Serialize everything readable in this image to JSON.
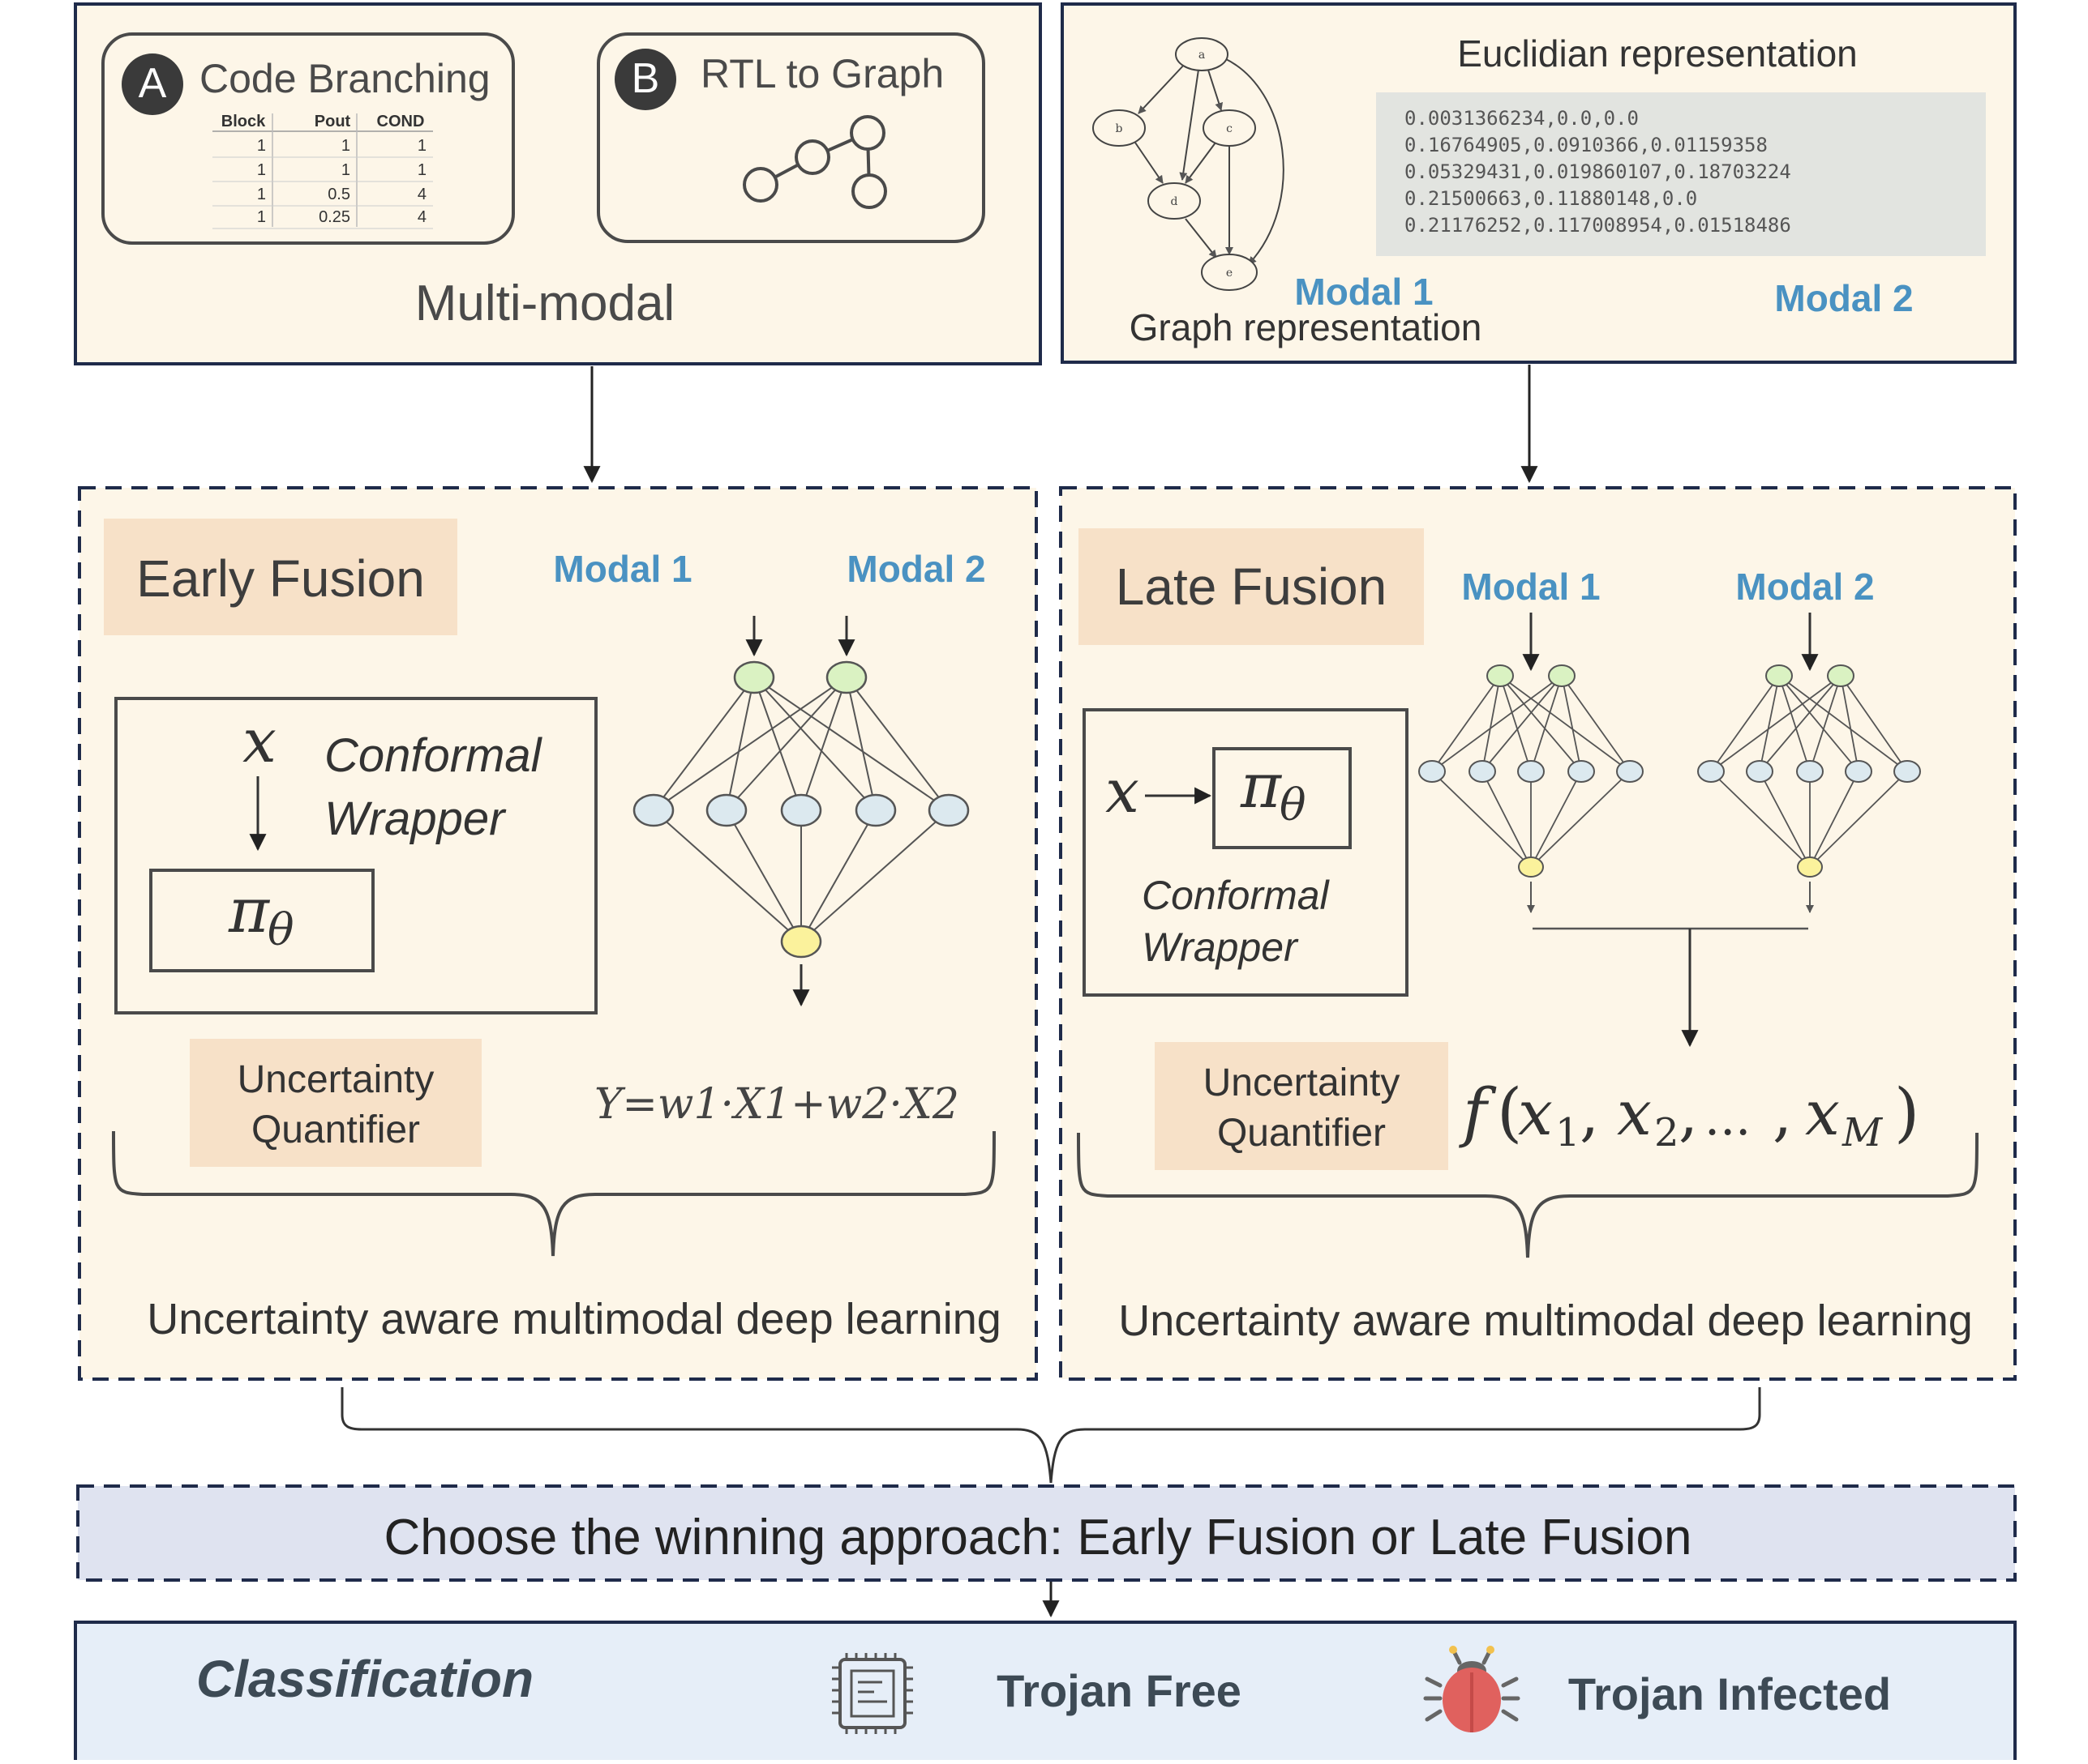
{
  "colors": {
    "panel_bg": "#fdf6e8",
    "panel_border": "#1f2b4a",
    "label_bg": "#f7e1c8",
    "modal_blue": "#4a92c2",
    "text_dark": "#3d3d3d",
    "node_green": "#daf2c2",
    "node_blue": "#dce9ef",
    "node_yellow": "#fbf29c",
    "euclid_bg": "#e2e4e0",
    "choose_bg": "#dfe3f0",
    "class_bg": "#e6eef8",
    "bug_red": "#e0615e"
  },
  "top_left": {
    "box_a": {
      "badge": "A",
      "title": "Code Branching",
      "table": {
        "headers": [
          "Block",
          "Pout",
          "COND"
        ],
        "rows": [
          [
            "1",
            "1",
            "1"
          ],
          [
            "1",
            "1",
            "1"
          ],
          [
            "1",
            "0.5",
            "4"
          ],
          [
            "1",
            "0.25",
            "4"
          ]
        ]
      }
    },
    "box_b": {
      "badge": "B",
      "title": "RTL to Graph"
    },
    "caption": "Multi-modal"
  },
  "top_right": {
    "euclid_title": "Euclidian representation",
    "euclid_lines": [
      "0.0031366234,0.0,0.0",
      "0.16764905,0.0910366,0.01159358",
      "0.05329431,0.019860107,0.18703224",
      "0.21500663,0.11880148,0.0",
      "0.21176252,0.117008954,0.01518486"
    ],
    "graph_nodes": [
      "a",
      "b",
      "c",
      "d",
      "e"
    ],
    "modal1": "Modal 1",
    "modal2": "Modal 2",
    "graph_caption": "Graph representation"
  },
  "early": {
    "label": "Early Fusion",
    "modal1": "Modal 1",
    "modal2": "Modal 2",
    "x_symbol": "x",
    "wrapper_title_1": "Conformal",
    "wrapper_title_2": "Wrapper",
    "pi": "π",
    "theta": "θ",
    "uq_1": "Uncertainty",
    "uq_2": "Quantifier",
    "formula": "Y=w1·X1+w2·X2",
    "caption": "Uncertainty aware multimodal deep learning"
  },
  "late": {
    "label": "Late Fusion",
    "modal1": "Modal 1",
    "modal2": "Modal 2",
    "x_symbol": "x",
    "pi": "π",
    "theta": "θ",
    "wrapper_title_1": "Conformal",
    "wrapper_title_2": "Wrapper",
    "uq_1": "Uncertainty",
    "uq_2": "Quantifier",
    "formula": {
      "f": "f",
      "open": "(",
      "x": "x",
      "sub1": "1",
      "comma": ",",
      "sub2": "2",
      "ellipsis": "...",
      "subM": "M",
      "close": ")"
    },
    "caption": "Uncertainty aware multimodal deep learning"
  },
  "choose": {
    "text": "Choose the winning approach: Early Fusion or Late Fusion"
  },
  "classification": {
    "title": "Classification",
    "free_label": "Trojan Free",
    "infected_label": "Trojan Infected",
    "chip_icon": "chip-icon",
    "bug_icon": "bug-icon"
  }
}
